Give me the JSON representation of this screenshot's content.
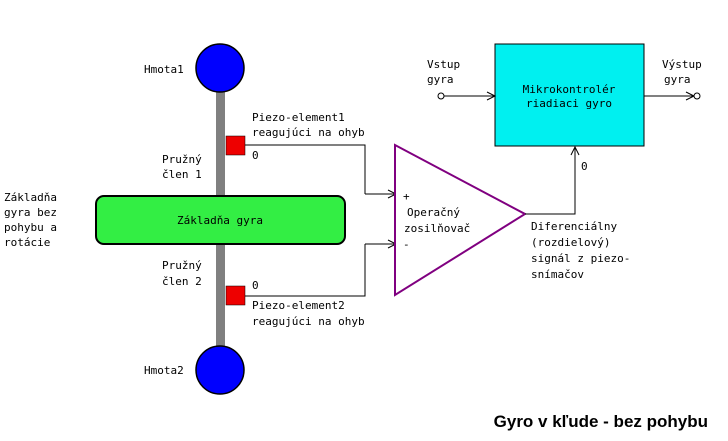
{
  "colors": {
    "mass": "#0000ff",
    "rod": "#808080",
    "base": "#33ee44",
    "piezo": "#ee0000",
    "controller": "#00f0f0",
    "amplifier": "#800080",
    "wire": "#000000"
  },
  "labels": {
    "mass1": "Hmota1",
    "mass2": "Hmota2",
    "spring1_line1": "Pružný",
    "spring1_line2": "člen 1",
    "spring2_line1": "Pružný",
    "spring2_line2": "člen 2",
    "base_text": "Základňa gyra",
    "base_side_line1": "Základňa",
    "base_side_line2": "gyra bez",
    "base_side_line3": "pohybu a",
    "base_side_line4": "rotácie",
    "piezo1_line1": "Piezo-element1",
    "piezo1_line2": "reagujúci na ohyb",
    "piezo2_line1": "Piezo-element2",
    "piezo2_line2": "reagujúci na ohyb",
    "piezo1_value": "0",
    "piezo2_value": "0",
    "amp_plus": "+",
    "amp_minus": "-",
    "amp_line1": "Operačný",
    "amp_line2": "zosilňovač",
    "diff_line1": "Diferenciálny",
    "diff_line2": "(rozdielový)",
    "diff_line3": "signál z piezo-",
    "diff_line4": "snímačov",
    "diff_value": "0",
    "input_line1": "Vstup",
    "input_line2": "gyra",
    "output_line1": "Výstup",
    "output_line2": "gyra",
    "mcu_line1": "Mikrokontrolér",
    "mcu_line2": "riadiaci gyro",
    "caption": "Gyro v kľude - bez pohybu"
  }
}
